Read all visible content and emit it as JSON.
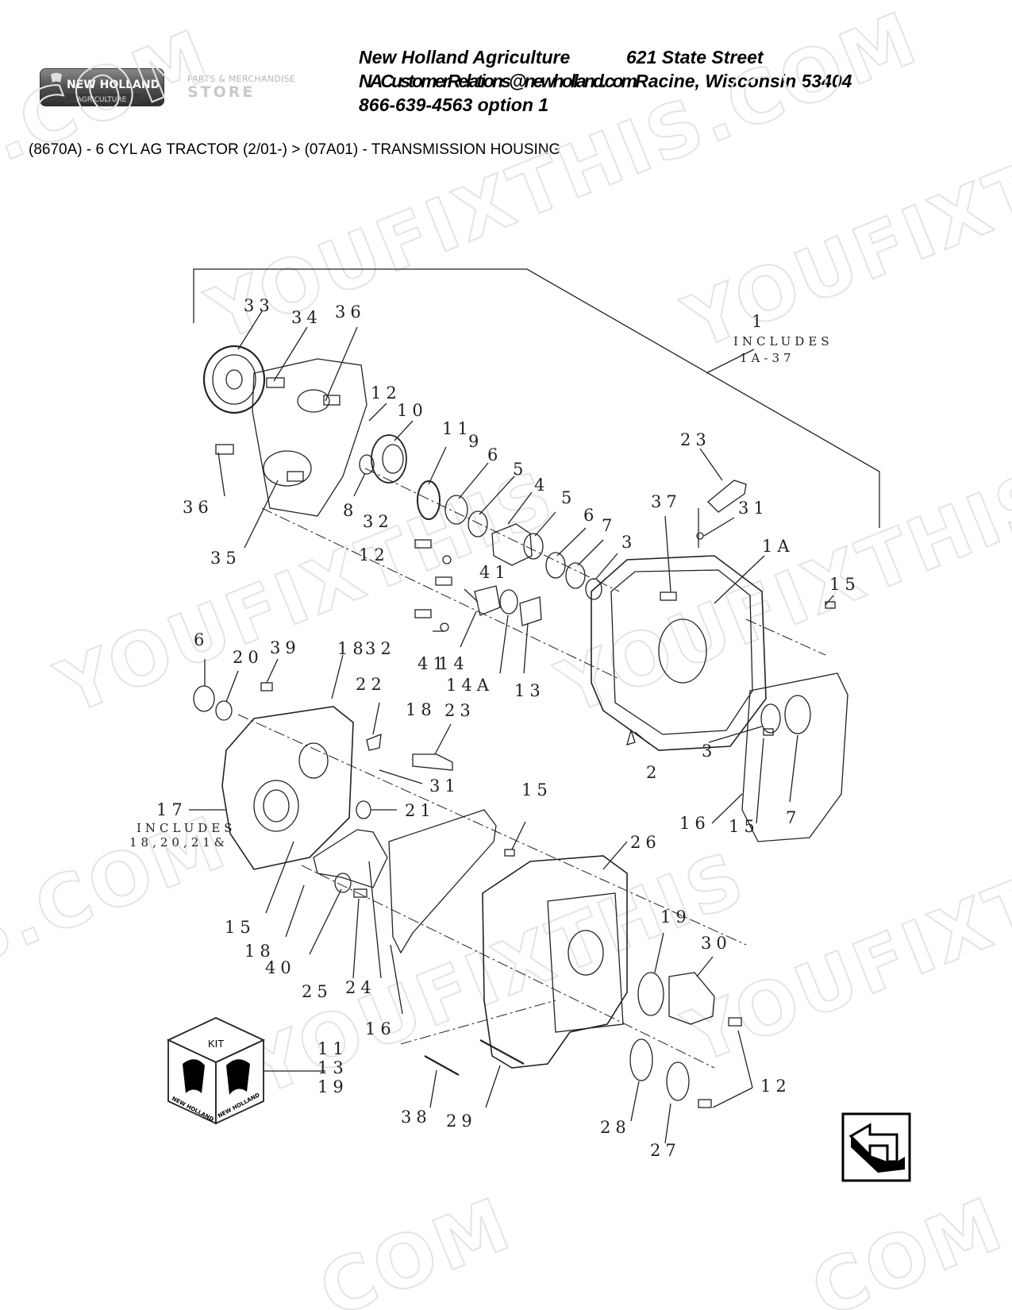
{
  "brand": {
    "logo_text": "NEW HOLLAND",
    "logo_subtext": "AGRICULTURE",
    "store_line1": "PARTS & MERCHANDISE",
    "store_line2": "STORE",
    "logo_color": "#5a5a5a"
  },
  "header": {
    "company": "New Holland Agriculture",
    "street": "621 State Street",
    "email": "NACustomerRelations@newholland.com",
    "city": "Racine, Wisconsin 53404",
    "phone": "866-639-4563 option 1"
  },
  "breadcrumb": "(8670A) - 6 CYL AG TRACTOR (2/01-) > (07A01) - TRANSMISSION HOUSING",
  "diagram": {
    "callouts": [
      "33",
      "34",
      "36",
      "12",
      "10",
      "11",
      "9",
      "6",
      "5",
      "4",
      "5",
      "6",
      "7",
      "3",
      "37",
      "23",
      "31",
      "1A",
      "15",
      "36",
      "8",
      "32",
      "35",
      "12",
      "41",
      "41",
      "14",
      "14A",
      "13",
      "6",
      "20",
      "39",
      "18",
      "32",
      "22",
      "18",
      "23",
      "31",
      "2",
      "3",
      "16",
      "15",
      "7",
      "17",
      "21",
      "15",
      "26",
      "15",
      "18",
      "40",
      "25",
      "24",
      "19",
      "30",
      "16",
      "12",
      "28",
      "27",
      "38",
      "29",
      "11",
      "13",
      "19"
    ],
    "assembly_1": {
      "number": "1",
      "includes_label": "INCLUDES",
      "includes_range": "1A-37"
    },
    "assembly_17": {
      "number": "17",
      "includes_label": "INCLUDES",
      "includes_list": "18,20,21&"
    },
    "kit_label": "KIT",
    "kit_brand": "NEW HOLLAND",
    "watermarks": [
      "S.COM",
      "YOUFIXTHIS.COM",
      "YOUFIXTHIS",
      "YOUFIXTHIS.COM",
      "YOUFIXTHIS",
      "S.COM",
      "YOUFIXTHIS",
      "YOUFIXTHIS",
      "COM",
      "COM"
    ]
  },
  "nav": {
    "icon": "return-arrow-icon"
  }
}
